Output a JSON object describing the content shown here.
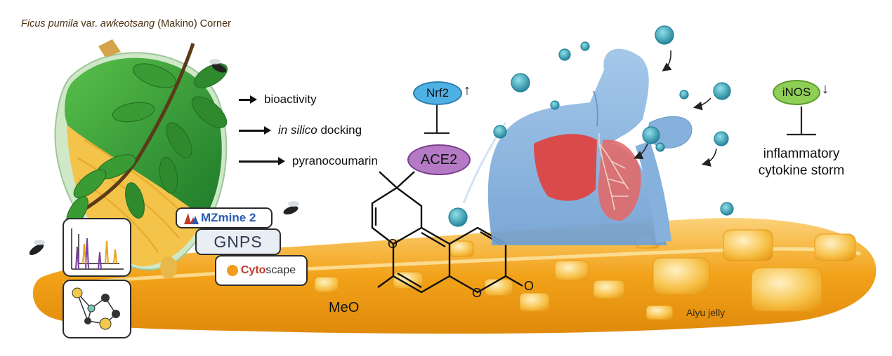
{
  "header": {
    "species_genus": "Ficus pumila",
    "species_var": " var. ",
    "species_epithet": "awkeotsang",
    "species_author": " (Makino) Corner"
  },
  "workflow": {
    "step1": "bioactivity",
    "step2_italic": "in silico",
    "step2_rest": " docking",
    "step3": "pyranocoumarin"
  },
  "tools": {
    "mzmine": "MZmine 2",
    "gnps": "GNPS",
    "cytoscape_a": "Cyto",
    "cytoscape_b": "scape"
  },
  "molecule": {
    "substituent": "MeO",
    "ring_o": "O",
    "lactone_o": "O",
    "carbonyl_o": "O"
  },
  "pathway_left": {
    "nrf2": "Nrf2",
    "nrf2_direction": "↑",
    "ace2": "ACE2"
  },
  "pathway_right": {
    "inos": "iNOS",
    "inos_direction": "↓",
    "outcome_line1": "inflammatory",
    "outcome_line2": "cytokine storm"
  },
  "jelly": {
    "label": "Aiyu jelly"
  },
  "colors": {
    "jelly": "#f2a219",
    "jelly_light": "#fbd27a",
    "leaf": "#2f8a2e",
    "fig_green": "#3aa341",
    "fig_seed": "#f3c34a",
    "person": "#8fb8e0",
    "lung": "#d94a4a",
    "virus": "#2e9bb0",
    "nrf2_pill": "#4fb0e3",
    "ace2_pill": "#a65cb8",
    "inos_pill": "#7cc23e"
  }
}
